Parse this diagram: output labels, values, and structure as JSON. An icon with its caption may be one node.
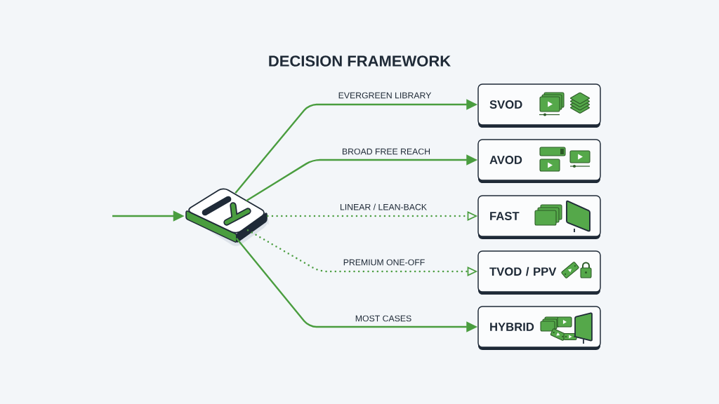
{
  "diagram": {
    "title": "DECISION FRAMEWORK",
    "nodes": [
      {
        "text": [],
        "shape": "picture"
      },
      {
        "text": [
          "SVOD"
        ]
      },
      {
        "text": [
          "AVOD"
        ]
      },
      {
        "text": [
          "FAST"
        ]
      },
      {
        "text": [
          "TVOD / PPV"
        ]
      },
      {
        "text": [
          "HYBRID"
        ]
      }
    ],
    "edges": [
      {
        "from": null,
        "to": 0,
        "arrow": "to"
      },
      {
        "from": 0,
        "to": 1,
        "arrow": "to",
        "label": "EVERGREEN LIBRARY"
      },
      {
        "from": 0,
        "to": 2,
        "arrow": "to",
        "label": "BROAD FREE REACH"
      },
      {
        "from": 0,
        "to": 3,
        "arrow": "to",
        "label": "LINEAR / LEAN-BACK",
        "style": "dashed"
      },
      {
        "from": 0,
        "to": 4,
        "arrow": "to",
        "label": "PREMIUM ONE-OFF",
        "style": "dashed"
      },
      {
        "from": 0,
        "to": 5,
        "arrow": "to",
        "label": "MOST CASES"
      }
    ]
  }
}
